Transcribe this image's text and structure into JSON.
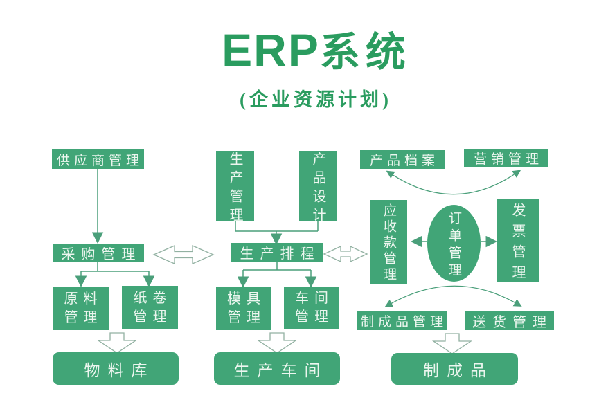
{
  "title": {
    "en": "ERP",
    "cn": "系统",
    "subtitle": "(企业资源计划)"
  },
  "colors": {
    "box_green": "#41a577",
    "title_green": "#2a9c5f",
    "connector_green": "#4a9f7a",
    "outline_arrow_stroke": "#92b1a2",
    "box_text": "#ecf6ef",
    "background": "#ffffff"
  },
  "nodes": {
    "supplier": {
      "label": "供应商管理"
    },
    "production": {
      "label": "生产管理"
    },
    "design": {
      "label": "产品设计"
    },
    "archive": {
      "label": "产品档案"
    },
    "marketing": {
      "label": "营销管理"
    },
    "purchase": {
      "label": "采购管理"
    },
    "schedule": {
      "label": "生产排程"
    },
    "receivable": {
      "label": "应收款管理"
    },
    "order": {
      "label": "订单管理"
    },
    "invoice": {
      "label": "发票管理"
    },
    "raw": {
      "line1": "原料",
      "line2": "管理"
    },
    "roll": {
      "line1": "纸卷",
      "line2": "管理"
    },
    "mold": {
      "line1": "模具",
      "line2": "管理"
    },
    "workshop": {
      "line1": "车间",
      "line2": "管理"
    },
    "finished_mgmt": {
      "label": "制成品管理"
    },
    "delivery": {
      "label": "送货管理"
    },
    "material_store": {
      "label": "物料库"
    },
    "production_floor": {
      "label": "生产车间"
    },
    "finished_goods": {
      "label": "制成品"
    }
  }
}
